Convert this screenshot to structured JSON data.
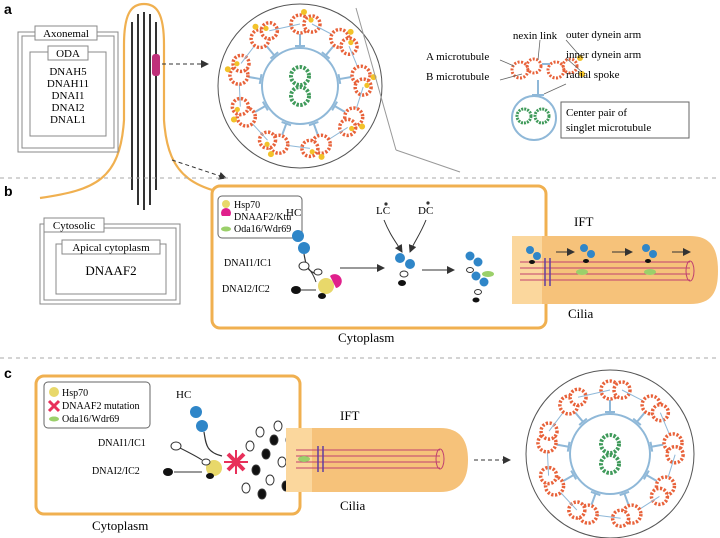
{
  "panels": {
    "a": "a",
    "b": "b",
    "c": "c"
  },
  "panel_a": {
    "axonemal_box": "Axonemal",
    "oda_box": "ODA",
    "oda_proteins": [
      "DNAH5",
      "DNAH11",
      "DNAI1",
      "DNAI2",
      "DNAL1"
    ],
    "legend": {
      "nexin_link": "nexin link",
      "a_microtubule": "A microtubule",
      "b_microtubule": "B microtubule",
      "outer_dynein_arm": "outer dynein arm",
      "inner_dynein_arm": "inner dynein arm",
      "radial_spoke": "radial spoke",
      "center_pair_line1": "Center pair of",
      "center_pair_line2": "singlet microtubule"
    }
  },
  "panel_b": {
    "cytosolic_box": "Cytosolic",
    "apical_box": "Apical cytoplasm",
    "apical_protein": "DNAAF2",
    "legend": [
      "Hsp70",
      "DNAAF2/Ktu",
      "Oda16/Wdr69"
    ],
    "hc": "HC",
    "lc": "LC",
    "dc": "DC",
    "dnai1": "DNAI1/IC1",
    "dnai2": "DNAI2/IC2",
    "ift": "IFT",
    "cilia": "Cilia",
    "cytoplasm": "Cytoplasm"
  },
  "panel_c": {
    "legend": [
      "Hsp70",
      "DNAAF2 mutation",
      "Oda16/Wdr69"
    ],
    "hc": "HC",
    "dnai1": "DNAI1/IC1",
    "dnai2": "DNAI2/IC2",
    "ift": "IFT",
    "cilia": "Cilia",
    "cytoplasm": "Cytoplasm"
  },
  "colors": {
    "cell_outline": "#f0b050",
    "cilia_fill": "#f8cf8c",
    "doublet": "#e8623a",
    "ida_yellow": "#f2c22a",
    "spoke": "#8fb8d8",
    "hc_blue": "#2f86c8",
    "hsp70": "#e8d86a",
    "dnaaf2": "#e0208c",
    "oda16": "#9bd06a",
    "center_green": "#3f9a5a",
    "mutation": "#e8305a"
  }
}
